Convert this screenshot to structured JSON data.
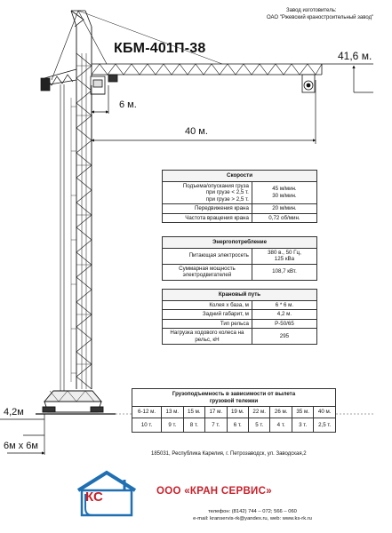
{
  "manufacturer": {
    "line1": "Завод изготовитель:",
    "line2": "ОАО \"Ржевский краностроительный завод\""
  },
  "model": "КБМ-401П-38",
  "dims": {
    "height": "41,6 м.",
    "min_reach": "6 м.",
    "max_reach": "40 м.",
    "tail": "4,2м",
    "base": "6м х 6м"
  },
  "speeds": {
    "title": "Скорости",
    "rows": [
      {
        "label": "Подъема/опускания груза\nпри грузе < 2,5 т.\nпри грузе > 2,5 т.",
        "value": "45 м/мин.\n30 м/мин."
      },
      {
        "label": "Передвижения крана",
        "value": "20 м/мин."
      },
      {
        "label": "Частота вращения крана",
        "value": "0,72 об/мин."
      }
    ]
  },
  "power": {
    "title": "Энергопотребление",
    "rows": [
      {
        "label": "Питающая электросеть",
        "value": "380 в., 50 Гц,\n125 кВа"
      },
      {
        "label": "Суммарная мощность\nэлектродвигателей",
        "value": "108,7 кВт."
      }
    ]
  },
  "track": {
    "title": "Крановый путь",
    "rows": [
      {
        "label": "Колея х база, м",
        "value": "6 * 6 м."
      },
      {
        "label": "Задний габарит, м",
        "value": "4,2 м."
      },
      {
        "label": "Тип рельса",
        "value": "Р-50/65"
      },
      {
        "label": "Нагрузка ходового колеса на\nрельс, кН",
        "value": "295"
      }
    ]
  },
  "load_table": {
    "title": "Грузоподъемность в зависимости от вылета\nгрузовой тележки",
    "reach": [
      "6-12 м.",
      "13 м.",
      "15 м.",
      "17 м.",
      "19 м.",
      "22 м.",
      "26 м.",
      "35 м.",
      "40 м."
    ],
    "capacity": [
      "10 т.",
      "9 т.",
      "8 т.",
      "7 т.",
      "6 т.",
      "5 т.",
      "4 т.",
      "3 т.",
      "2,5 т."
    ]
  },
  "footer": {
    "address": "185031, Республика Карелия, г. Петрозаводск, ул. Заводская,2",
    "brand": "ООО «КРАН СЕРВИС»",
    "phone": "телефон: (8142) 744 – 072; 566 – 060",
    "contacts": "e-mail: kranservis-rk@yandex.ru, web: www.ks-rk.ru",
    "logo_letters": "КС"
  },
  "colors": {
    "logo_blue": "#1f6fb2",
    "brand_red": "#c8202a"
  }
}
